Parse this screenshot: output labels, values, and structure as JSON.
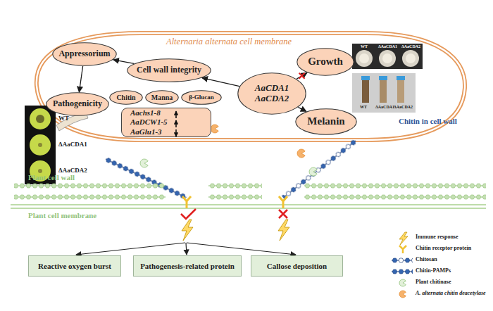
{
  "diagram": {
    "nodes": [
      {
        "text": [
          "Appressorium"
        ]
      },
      {
        "text": [
          "Cell wall integrity"
        ]
      },
      {
        "text": [
          "Pathogenicity"
        ]
      },
      {
        "text": [
          "Chitin"
        ]
      },
      {
        "text": [
          "Manna"
        ]
      },
      {
        "text": [
          "β-Glucan"
        ]
      },
      {
        "text": [
          "Aachs1-8",
          "AaDCW1-5",
          "AaGlu1-3"
        ]
      },
      {
        "text": [
          "AaCDA1 AaCDA2"
        ]
      },
      {
        "text": [
          "Growth"
        ]
      },
      {
        "text": [
          "Melanin"
        ]
      },
      {
        "text": [
          "Reactive oxygen burst"
        ]
      },
      {
        "text": [
          "Pathogenesis-related protein"
        ]
      },
      {
        "text": [
          "Callose deposition"
        ]
      }
    ],
    "edges": [
      {
        "from": 1,
        "to": 0,
        "arrow": "to"
      },
      {
        "from": 0,
        "to": 2,
        "arrow": "to"
      },
      {
        "from": 7,
        "to": 1,
        "arrow": "to"
      },
      {
        "from": 7,
        "to": 8,
        "arrow": "to"
      },
      {
        "from": 7,
        "to": 9,
        "arrow": "to"
      }
    ],
    "labels": [
      "Alternaria alternata cell membrane",
      "WT",
      "ΔAaCDA1",
      "ΔAaCDA2",
      "WT",
      "ΔAaCDA1",
      "ΔAaCDA2",
      "WT",
      "ΔAaCDA1",
      "ΔAaCDA2",
      "Chitin in cell wall",
      "Plant cell wall",
      "Plant cell membrane"
    ],
    "legend": [
      {
        "text": "Immune response"
      },
      {
        "text": "Chitin receptor protein"
      },
      {
        "text": "Chitosan"
      },
      {
        "text": "Chitin-PAMPs"
      },
      {
        "text": "Plant chitinase"
      },
      {
        "text": "A. alternata chitin deacetylase"
      }
    ]
  }
}
